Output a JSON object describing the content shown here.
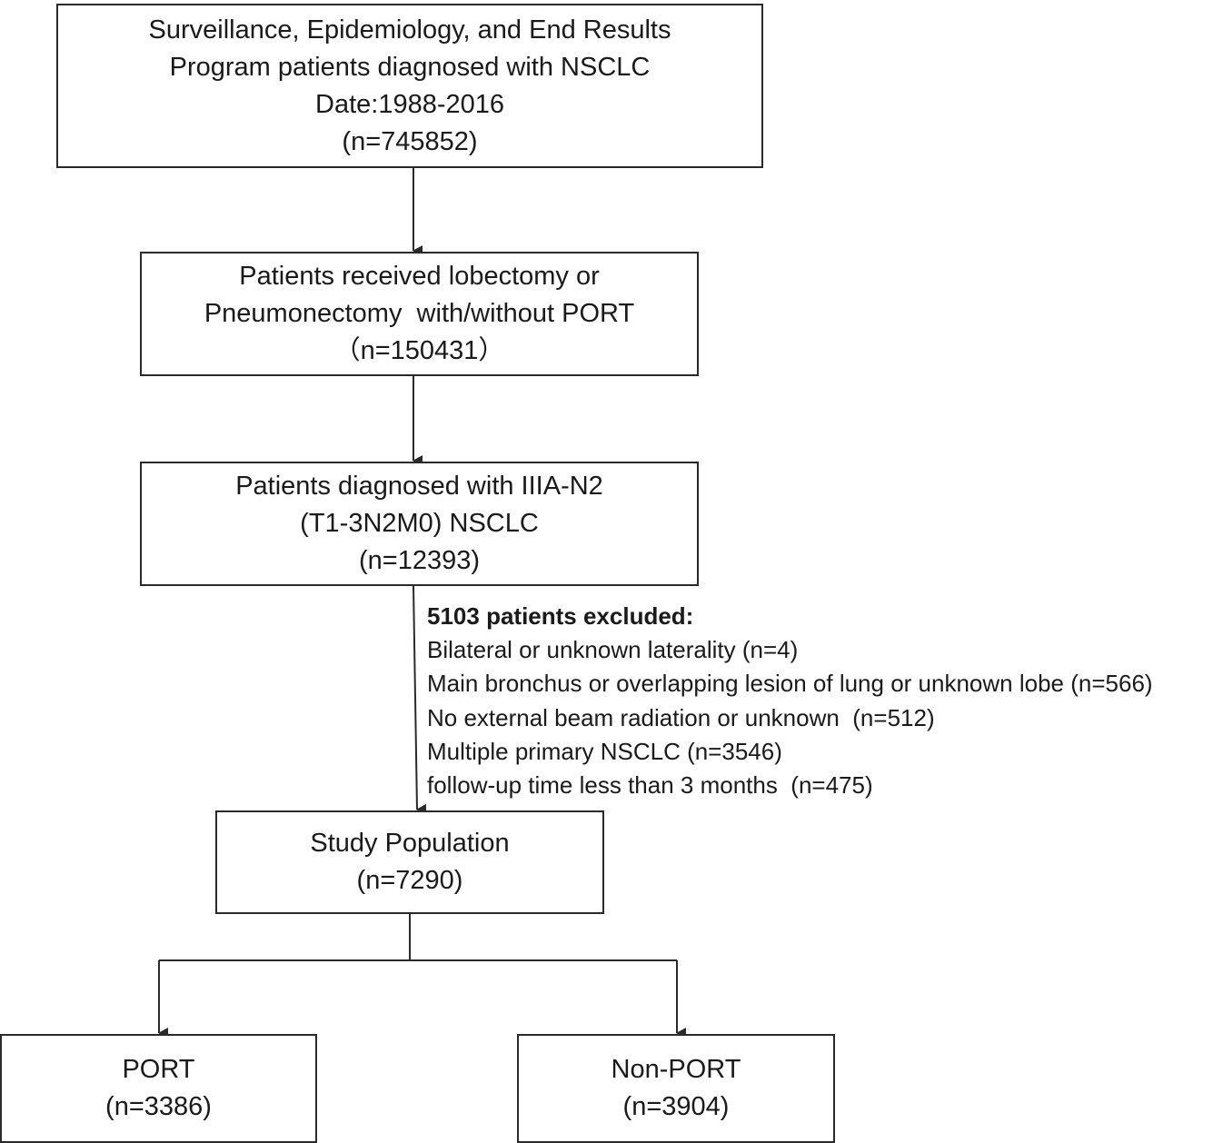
{
  "boxes": {
    "source": {
      "line1": "Surveillance, Epidemiology, and End Results",
      "line2": "Program patients diagnosed with NSCLC",
      "line3": "Date:1988-2016",
      "line4": "(n=745852)"
    },
    "surgery": {
      "line1": "Patients received lobectomy or",
      "line2": "Pneumonectomy  with/without PORT",
      "line3": "（n=150431）"
    },
    "stage": {
      "line1": "Patients diagnosed with IIIA-N2",
      "line2": "(T1-3N2M0) NSCLC",
      "line3": "(n=12393)"
    },
    "study": {
      "line1": "Study Population",
      "line2": "(n=7290)"
    },
    "port": {
      "line1": "PORT",
      "line2": "(n=3386)"
    },
    "nonport": {
      "line1": "Non-PORT",
      "line2": "(n=3904)"
    }
  },
  "exclusions": {
    "heading": "5103 patients excluded:",
    "items": [
      "Bilateral or unknown laterality (n=4)",
      "Main bronchus or overlapping lesion of lung or unknown lobe (n=566)",
      "No external beam radiation or unknown  (n=512)",
      "Multiple primary NSCLC (n=3546)",
      "follow-up time less than 3 months  (n=475)"
    ]
  },
  "colors": {
    "line": "#2a2a2a",
    "text": "#1a1a1a",
    "background": "#ffffff"
  }
}
